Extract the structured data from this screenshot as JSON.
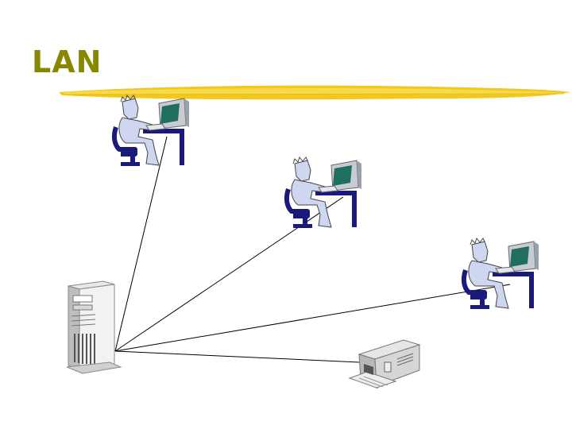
{
  "slide": {
    "title": "LAN"
  },
  "colors": {
    "title": "#888800",
    "highlight": "#f2c81e",
    "highlight_light": "#f8dd55",
    "chair": "#1a1a7a",
    "screen": "#1f6e60",
    "monitor": "#c8ccd2",
    "face": "#cfd6f0",
    "line": "#000000"
  },
  "diagram": {
    "nodes": [
      {
        "id": "workstation-1",
        "icon": "person-at-computer-icon"
      },
      {
        "id": "workstation-2",
        "icon": "person-at-computer-icon"
      },
      {
        "id": "workstation-3",
        "icon": "person-at-computer-icon"
      },
      {
        "id": "server",
        "icon": "tower-server-icon"
      },
      {
        "id": "printer",
        "icon": "printer-icon"
      }
    ],
    "edges": [
      {
        "from": "server",
        "to": "workstation-1"
      },
      {
        "from": "server",
        "to": "workstation-2"
      },
      {
        "from": "server",
        "to": "workstation-3"
      },
      {
        "from": "server",
        "to": "printer"
      }
    ]
  }
}
